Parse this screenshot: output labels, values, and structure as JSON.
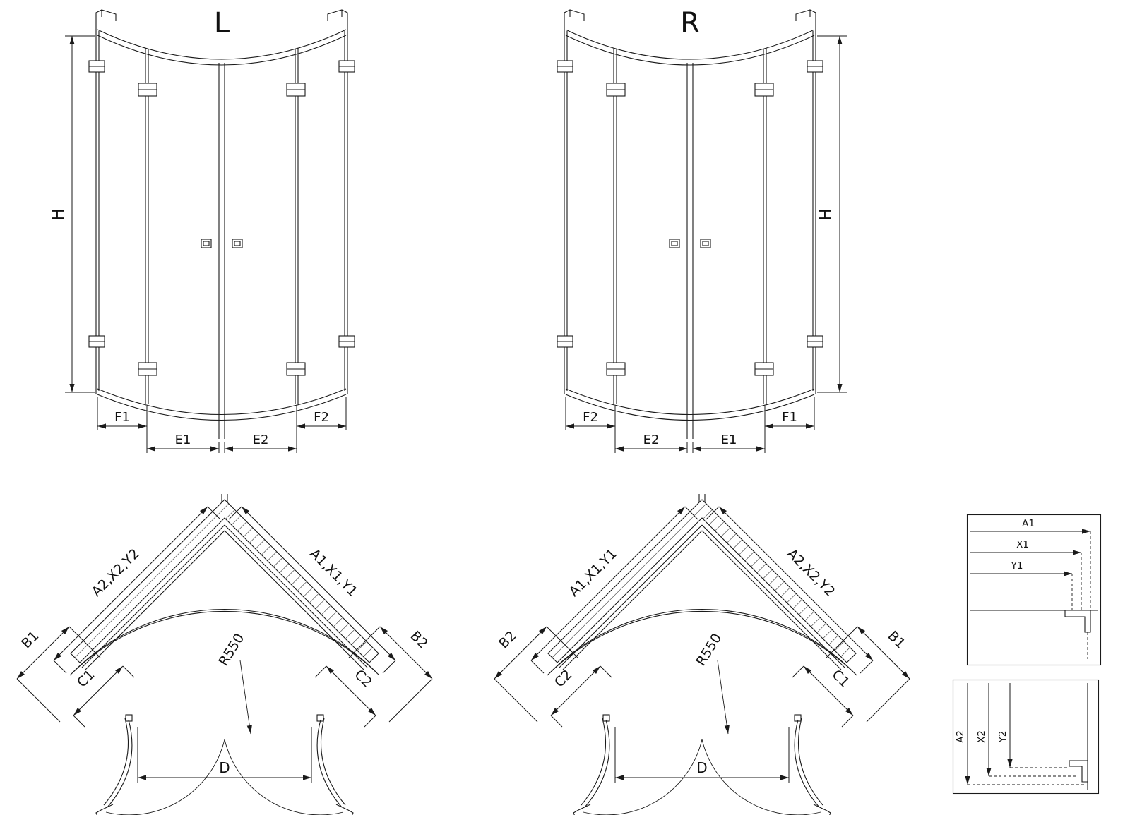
{
  "page": {
    "background": "#ffffff",
    "line_color": "#1a1a1a"
  },
  "elevation_left": {
    "variant_label": "L",
    "height_label": "H",
    "bottom_dims": {
      "f_left": "F1",
      "e_left": "E1",
      "e_right": "E2",
      "f_right": "F2"
    }
  },
  "elevation_right": {
    "variant_label": "R",
    "height_label": "H",
    "bottom_dims": {
      "f_left": "F2",
      "e_left": "E2",
      "e_right": "E1",
      "f_right": "F1"
    }
  },
  "plan_left": {
    "wall_dim_left": "A2,X2,Y2",
    "wall_dim_right": "A1,X1,Y1",
    "side_dim_left": "B1",
    "side_dim_right": "B2",
    "fixed_dim_left": "C1",
    "fixed_dim_right": "C2",
    "radius_label": "R550",
    "opening_label": "D"
  },
  "plan_right": {
    "wall_dim_left": "A1,X1,Y1",
    "wall_dim_right": "A2,X2,Y2",
    "side_dim_left": "B2",
    "side_dim_right": "B1",
    "fixed_dim_left": "C2",
    "fixed_dim_right": "C1",
    "radius_label": "R550",
    "opening_label": "D"
  },
  "detail_top": {
    "dims": [
      "A1",
      "X1",
      "Y1"
    ]
  },
  "detail_bottom": {
    "dims": [
      "A2",
      "X2",
      "Y2"
    ]
  }
}
